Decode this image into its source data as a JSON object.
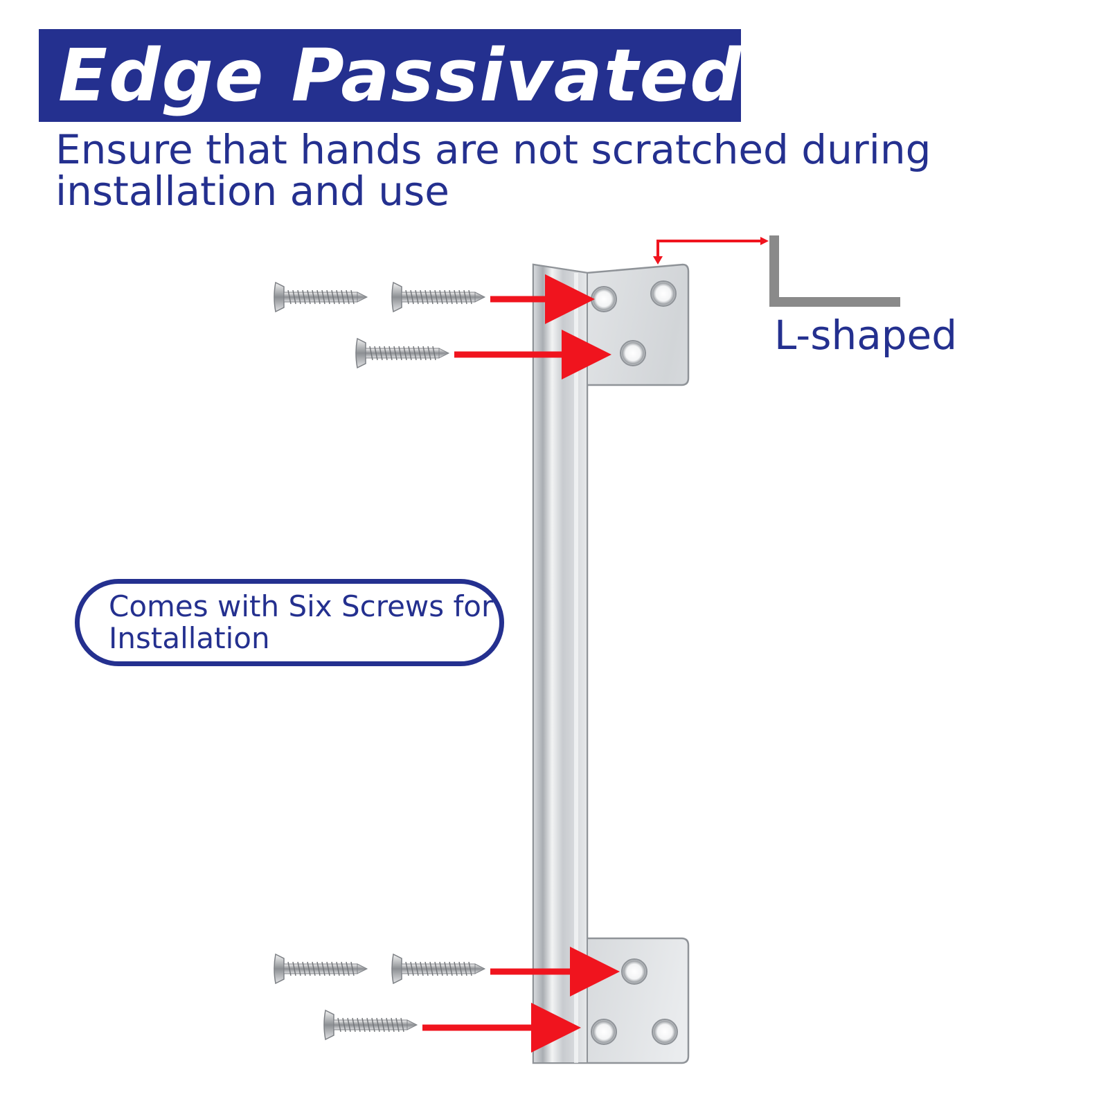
{
  "title": "Edge Passivated",
  "subtitle": "Ensure that hands are not scratched during installation and use",
  "shape_label": "L-shaped",
  "callout": "Comes with Six Screws for Installation",
  "colors": {
    "brand": "#24308f",
    "arrow": "#f0141e",
    "steel_light": "#e4e6e8",
    "steel_dark": "#9a9ea3",
    "l_icon": "#8a8a8a"
  },
  "icons": {
    "screw": "screw-icon",
    "arrow": "arrow-right-icon",
    "l_shape": "l-shape-icon"
  }
}
